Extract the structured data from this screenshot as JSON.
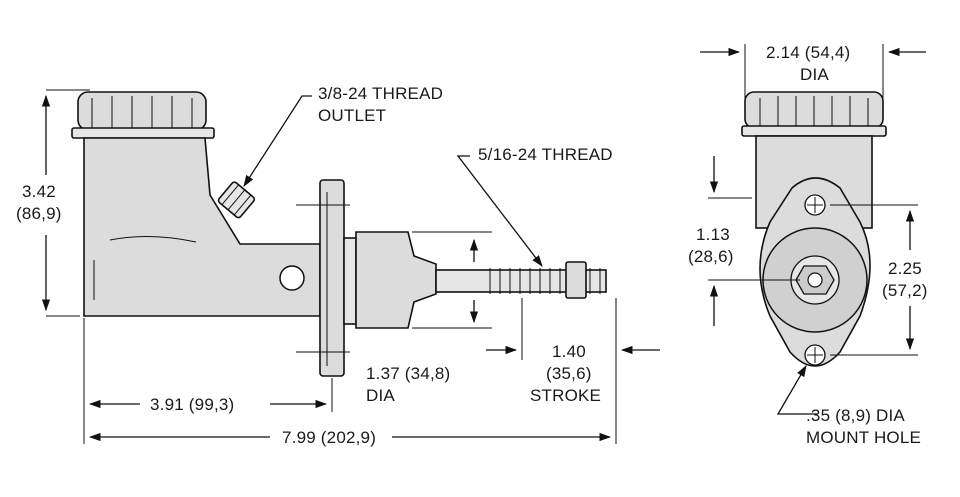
{
  "labels": {
    "outlet_thread": "3/8-24 THREAD",
    "outlet": "OUTLET",
    "pushrod_thread": "5/16-24 THREAD",
    "height_in": "3.42",
    "height_mm": "(86,9)",
    "flange_len": "3.91 (99,3)",
    "overall_len": "7.99 (202,9)",
    "bore_dia": "1.37 (34,8)",
    "bore_dia_word": "DIA",
    "stroke_in": "1.40",
    "stroke_mm": "(35,6)",
    "stroke_word": "STROKE",
    "cap_dia": "2.14 (54,4)",
    "cap_dia_word": "DIA",
    "outlet_offset_in": "1.13",
    "outlet_offset_mm": "(28,6)",
    "bolt_spacing_in": "2.25",
    "bolt_spacing_mm": "(57,2)",
    "mount_hole": ".35 (8,9) DIA",
    "mount_hole_word": "MOUNT HOLE"
  }
}
